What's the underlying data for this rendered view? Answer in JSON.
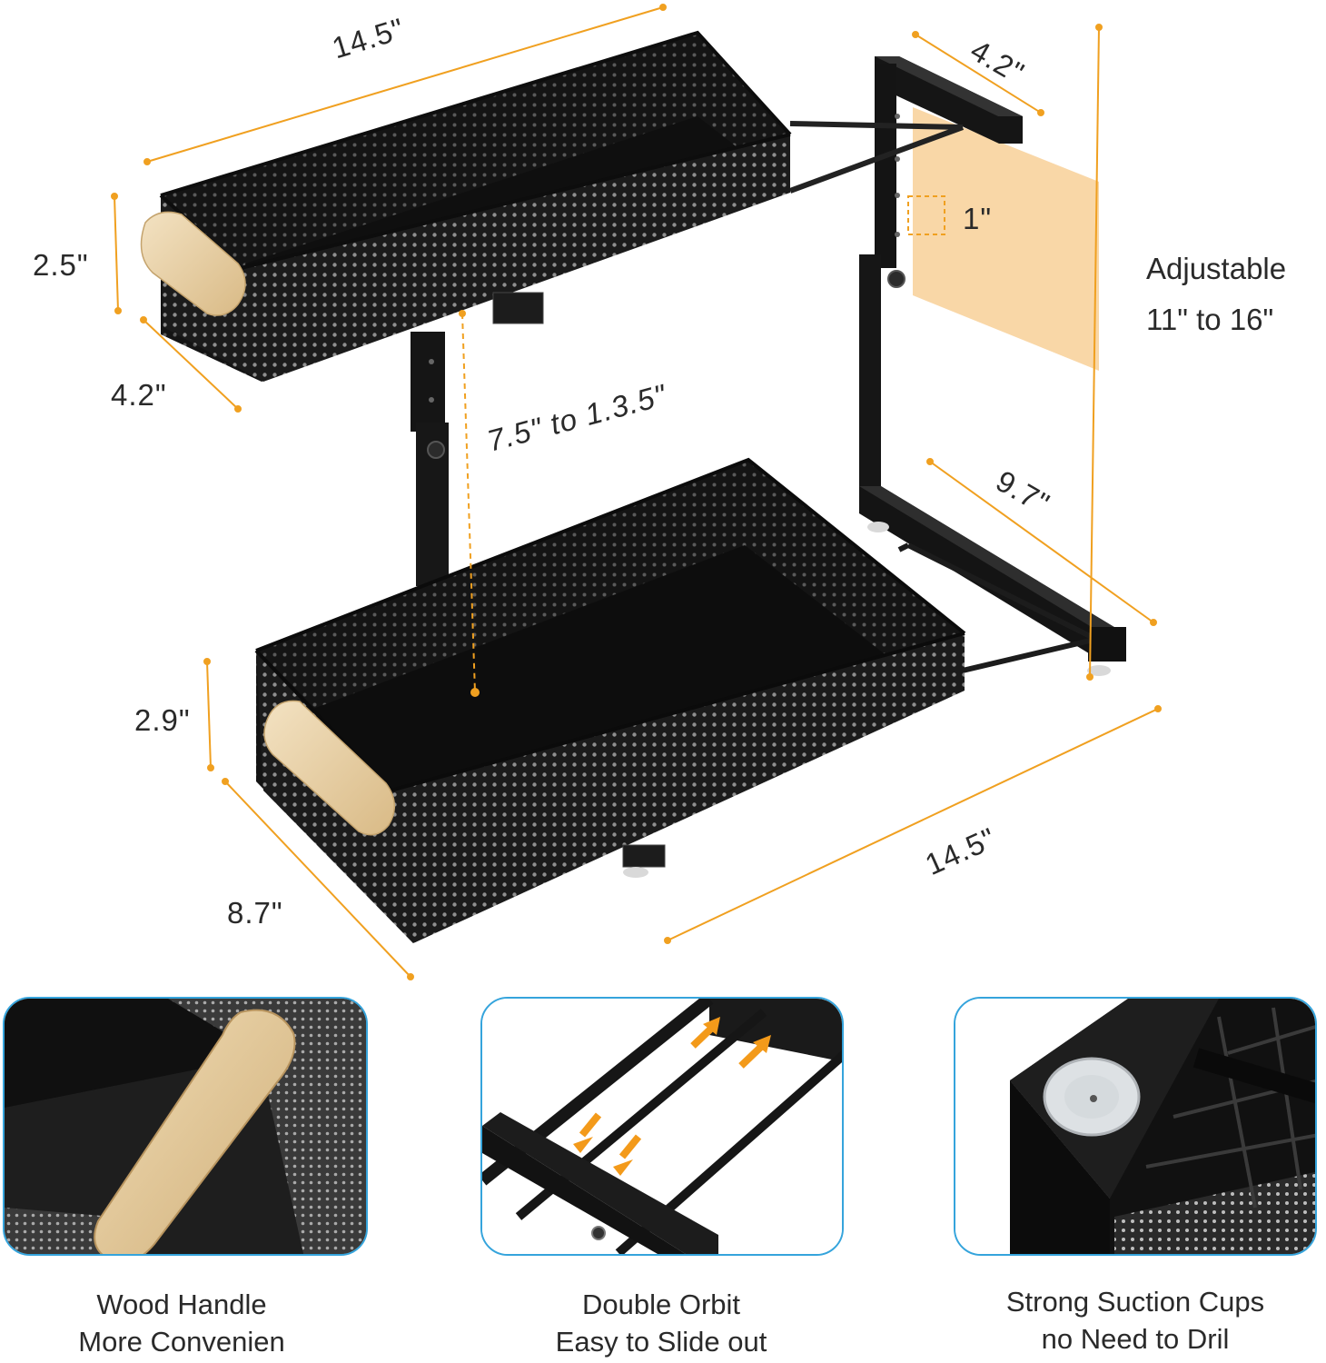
{
  "dimensions": {
    "top_length": "14.5\"",
    "top_depth": "4.2\"",
    "top_height": "2.5\"",
    "top_width": "4.2\"",
    "hole_spacing": "1\"",
    "tier_gap": "7.5\" to 1.3.5\"",
    "frame_depth": "9.7\"",
    "bottom_height": "2.9\"",
    "bottom_length": "14.5\"",
    "bottom_depth": "8.7\""
  },
  "adjustable": {
    "line1": "Adjustable",
    "line2": "11\" to 16\""
  },
  "features": [
    {
      "line1": "Wood Handle",
      "line2": "More Convenien"
    },
    {
      "line1": "Double Orbit",
      "line2": "Easy to Slide out"
    },
    {
      "line1": "Strong Suction Cups",
      "line2": "no Need to Dril"
    }
  ],
  "colors": {
    "dimension_line": "#f0a020",
    "metal": "#1a1a1a",
    "wood": "#e6cfa4",
    "panel_border": "#35a4dc",
    "arrow": "#f39a1a"
  }
}
